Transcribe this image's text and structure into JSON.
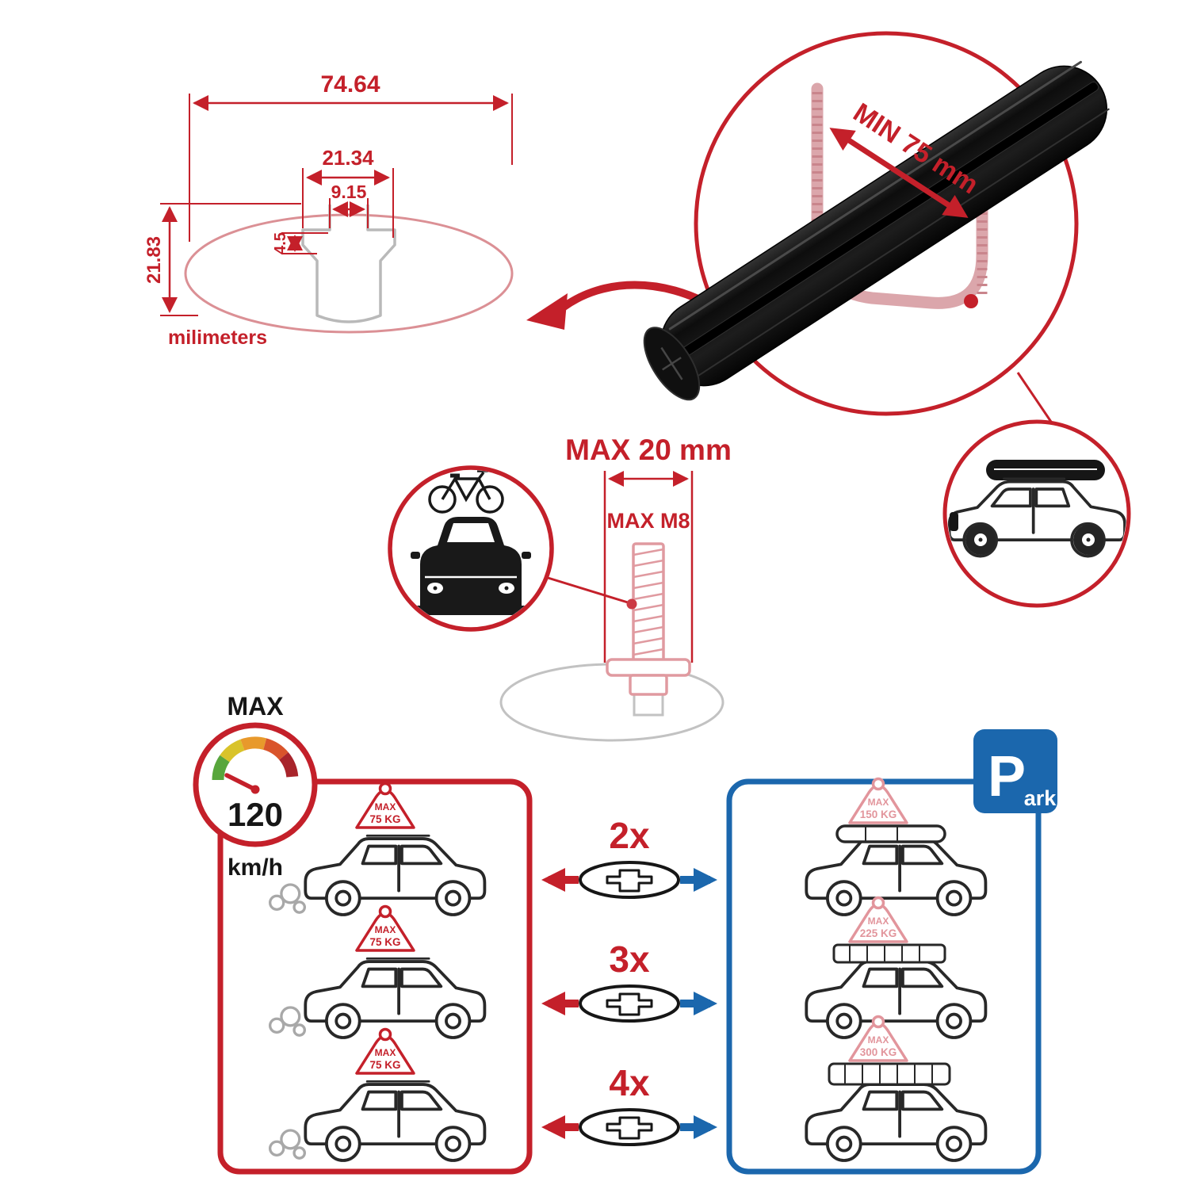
{
  "dimension_diagram": {
    "total_width": "74.64",
    "slot_width": "21.34",
    "opening_width": "9.15",
    "lip_height": "4.5",
    "profile_height": "21.83",
    "unit_label": "milimeters"
  },
  "crossbar_view": {
    "min_clearance_label": "MIN 75 mm"
  },
  "bolt_view": {
    "max_width_label": "MAX 20 mm",
    "max_thread_label": "MAX M8"
  },
  "speed_section": {
    "max_label": "MAX",
    "value": "120",
    "unit": "km/h"
  },
  "park_sign": {
    "letter": "P",
    "suffix": "ark"
  },
  "driving_cars": [
    {
      "max_label": "MAX",
      "load_value": "75 KG"
    },
    {
      "max_label": "MAX",
      "load_value": "75 KG"
    },
    {
      "max_label": "MAX",
      "load_value": "75 KG"
    }
  ],
  "parked_cars": [
    {
      "max_label": "MAX",
      "load_value": "150 KG"
    },
    {
      "max_label": "MAX",
      "load_value": "225 KG"
    },
    {
      "max_label": "MAX",
      "load_value": "300 KG"
    }
  ],
  "multipliers": [
    {
      "label": "2x"
    },
    {
      "label": "3x"
    },
    {
      "label": "4x"
    }
  ],
  "colors": {
    "accent_red": "#c4202a",
    "accent_blue": "#1b67ad",
    "faded_pink": "#dba6ab",
    "bar_black": "#111111",
    "outline_gray": "#b9b9b9"
  }
}
